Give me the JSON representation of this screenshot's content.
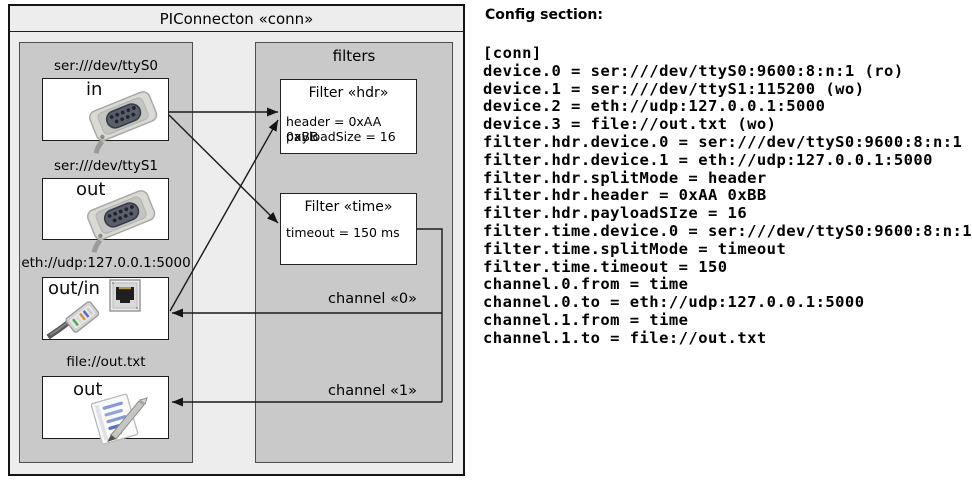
{
  "diagram": {
    "title": "PIConnecton «conn»",
    "filters_title": "filters",
    "devices": [
      {
        "uri": "ser:///dev/ttyS0",
        "mode": "in"
      },
      {
        "uri": "ser:///dev/ttyS1",
        "mode": "out"
      },
      {
        "uri": "eth://udp:127.0.0.1:5000",
        "mode": "out/in"
      },
      {
        "uri": "file://out.txt",
        "mode": "out"
      }
    ],
    "filters": [
      {
        "title": "Filter «hdr»",
        "attrs": [
          "header = 0xAA 0xBB",
          "payloadSize = 16"
        ]
      },
      {
        "title": "Filter «time»",
        "attrs": [
          "timeout = 150 ms"
        ]
      }
    ],
    "channels": [
      {
        "label": "channel «0»"
      },
      {
        "label": "channel «1»"
      }
    ]
  },
  "config": {
    "heading": "Config section:",
    "lines": [
      "[conn]",
      "device.0 = ser:///dev/ttyS0:9600:8:n:1 (ro)",
      "device.1 = ser:///dev/ttyS1:115200 (wo)",
      "device.2 = eth://udp:127.0.0.1:5000",
      "device.3 = file://out.txt (wo)",
      "filter.hdr.device.0 = ser:///dev/ttyS0:9600:8:n:1",
      "filter.hdr.device.1 = eth://udp:127.0.0.1:5000",
      "filter.hdr.splitMode = header",
      "filter.hdr.header = 0xAA 0xBB",
      "filter.hdr.payloadSIze = 16",
      "filter.time.device.0 = ser:///dev/ttyS0:9600:8:n:1",
      "filter.time.splitMode = timeout",
      "filter.time.timeout = 150",
      "channel.0.from = time",
      "channel.0.to = eth://udp:127.0.0.1:5000",
      "channel.1.from = time",
      "channel.1.to = file://out.txt"
    ]
  }
}
